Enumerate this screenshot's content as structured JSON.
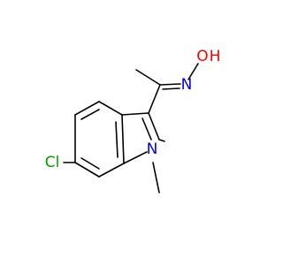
{
  "molecule": {
    "atoms": {
      "oxygen": {
        "label": "O",
        "color": "#ff0000"
      },
      "hydroxyl_h": {
        "label": "H",
        "color": "#ff0000"
      },
      "oxime_n": {
        "label": "N",
        "color": "#0000ff"
      },
      "ring_n": {
        "label": "N",
        "color": "#0000ff"
      },
      "chlorine": {
        "label": "Cl",
        "color": "#00a000"
      }
    },
    "bond_color": "#000000"
  }
}
